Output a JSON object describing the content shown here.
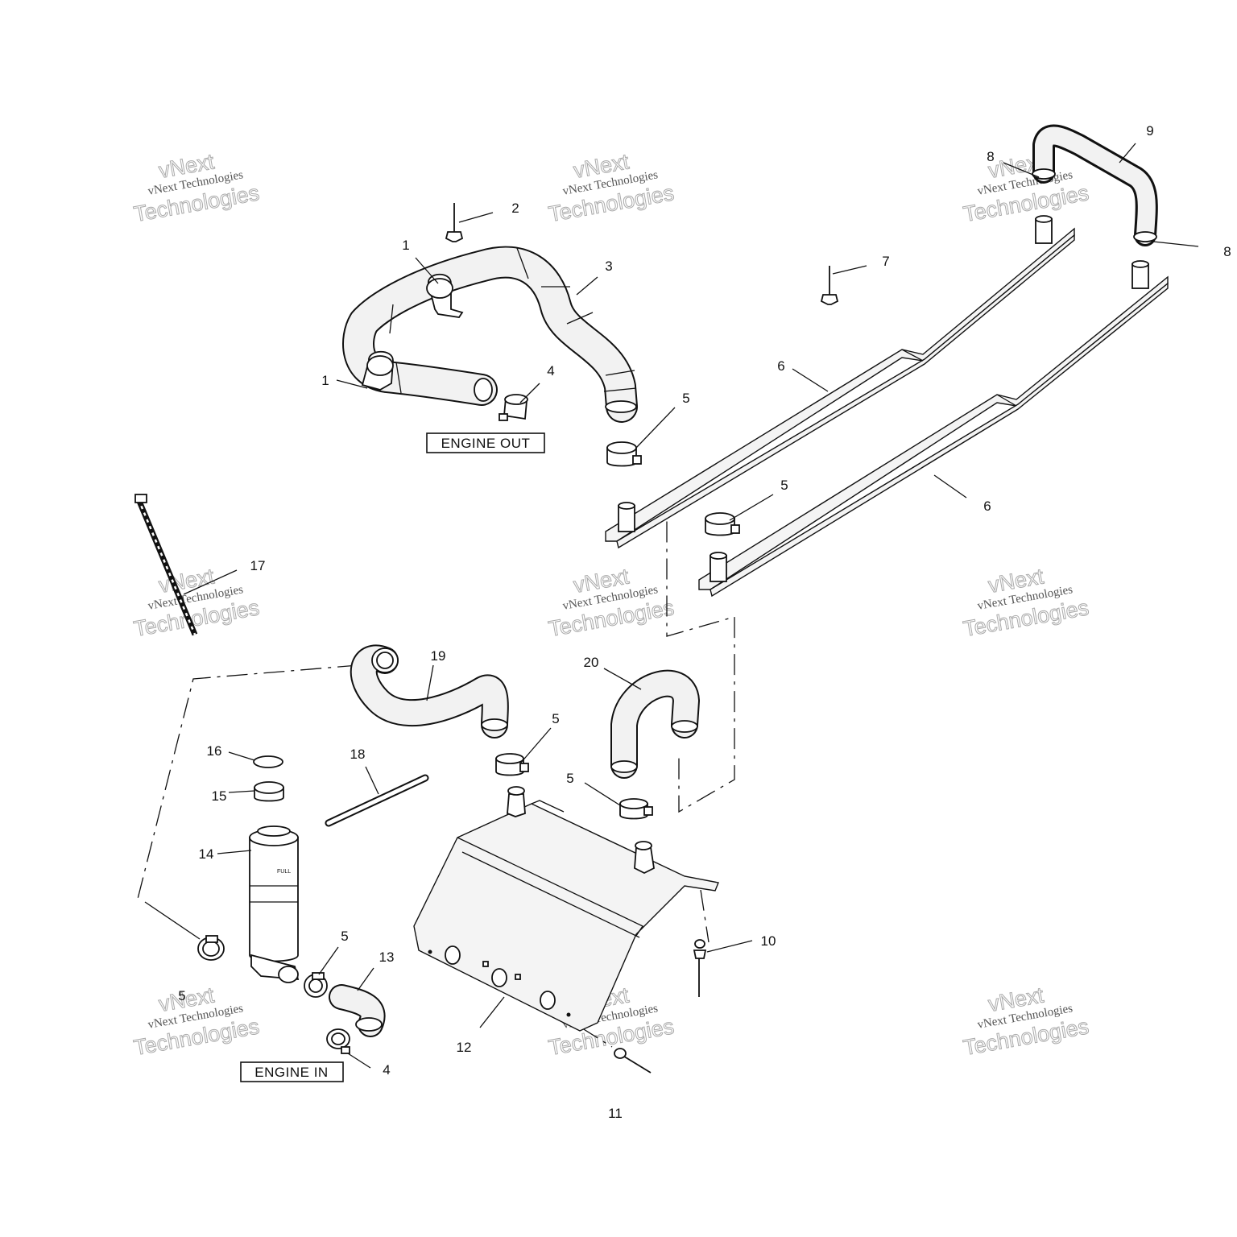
{
  "labels": {
    "engine_out": "ENGINE OUT",
    "engine_in": "ENGINE IN"
  },
  "callouts": [
    {
      "id": "c1a",
      "text": "1"
    },
    {
      "id": "c1b",
      "text": "1"
    },
    {
      "id": "c2",
      "text": "2"
    },
    {
      "id": "c3",
      "text": "3"
    },
    {
      "id": "c4a",
      "text": "4"
    },
    {
      "id": "c4b",
      "text": "4"
    },
    {
      "id": "c5a",
      "text": "5"
    },
    {
      "id": "c5b",
      "text": "5"
    },
    {
      "id": "c5c",
      "text": "5"
    },
    {
      "id": "c5d",
      "text": "5"
    },
    {
      "id": "c5e",
      "text": "5"
    },
    {
      "id": "c5f",
      "text": "5"
    },
    {
      "id": "c6a",
      "text": "6"
    },
    {
      "id": "c6b",
      "text": "6"
    },
    {
      "id": "c7",
      "text": "7"
    },
    {
      "id": "c8a",
      "text": "8"
    },
    {
      "id": "c8b",
      "text": "8"
    },
    {
      "id": "c9",
      "text": "9"
    },
    {
      "id": "c10",
      "text": "10"
    },
    {
      "id": "c11",
      "text": "11"
    },
    {
      "id": "c12",
      "text": "12"
    },
    {
      "id": "c13",
      "text": "13"
    },
    {
      "id": "c14",
      "text": "14"
    },
    {
      "id": "c15",
      "text": "15"
    },
    {
      "id": "c16",
      "text": "16"
    },
    {
      "id": "c17",
      "text": "17"
    },
    {
      "id": "c18",
      "text": "18"
    },
    {
      "id": "c19",
      "text": "19"
    },
    {
      "id": "c20",
      "text": "20"
    }
  ],
  "watermark": {
    "brand": "vNext",
    "line1": "vNext Technologies",
    "line2": "Technologies"
  },
  "tank_label": "FULL"
}
